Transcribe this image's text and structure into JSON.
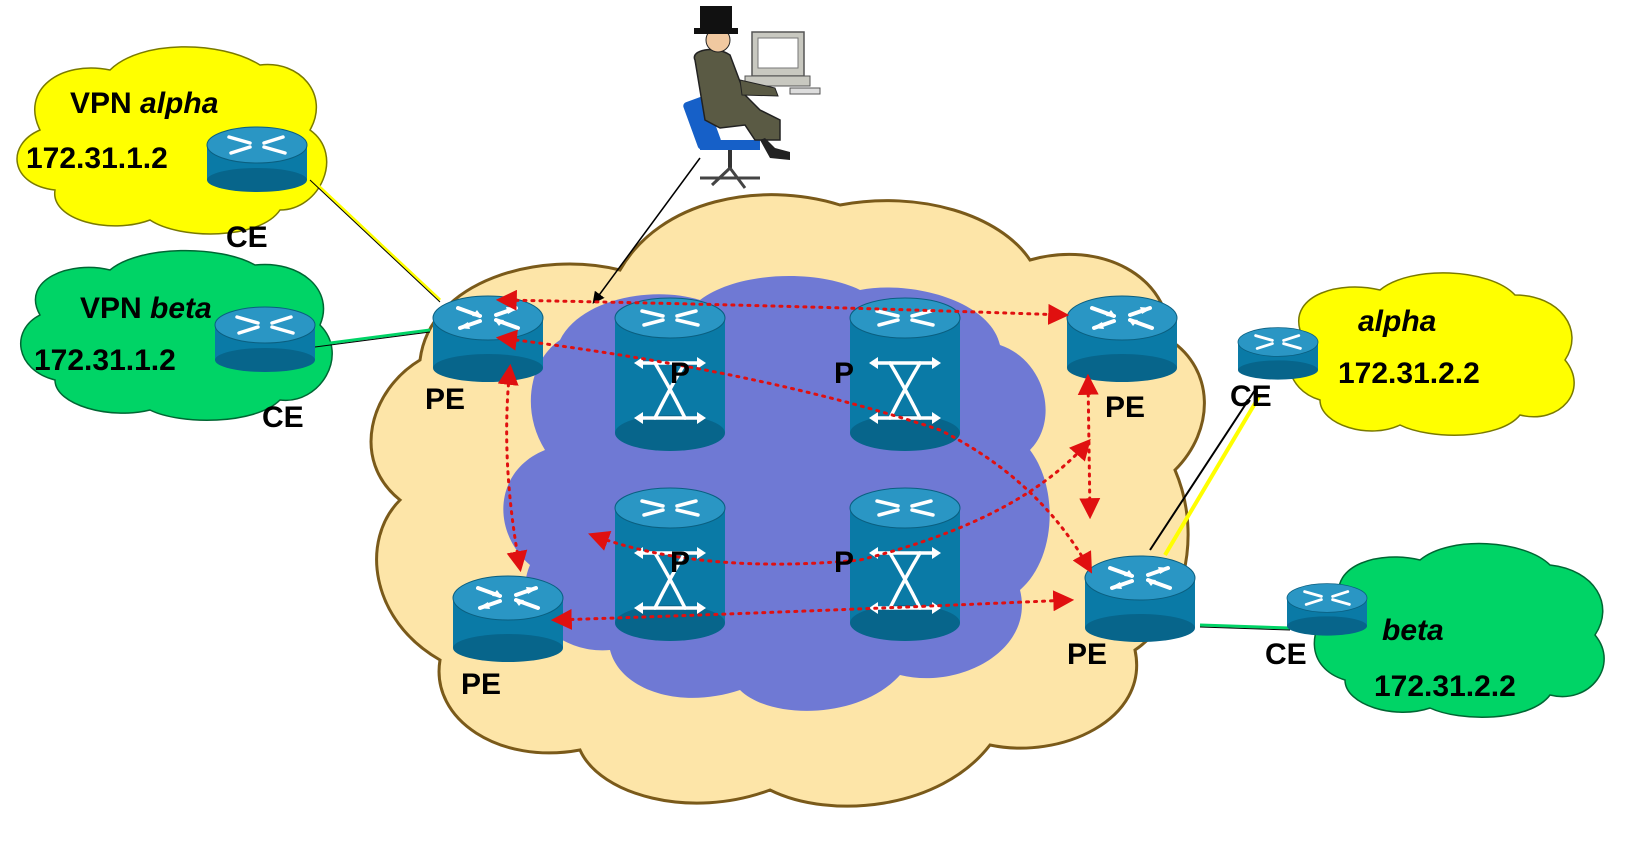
{
  "vpn_sites": {
    "alpha_left": {
      "prefix": "VPN",
      "name": "alpha",
      "address": "172.31.1.2",
      "router": "CE",
      "color": "#ffff00"
    },
    "beta_left": {
      "prefix": "VPN",
      "name": "beta",
      "address": "172.31.1.2",
      "router": "CE",
      "color": "#00d466"
    },
    "alpha_right": {
      "name": "alpha",
      "address": "172.31.2.2",
      "router": "CE",
      "color": "#ffff00"
    },
    "beta_right": {
      "name": "beta",
      "address": "172.31.2.2",
      "router": "CE",
      "color": "#00d466"
    }
  },
  "provider": {
    "edge_label": "PE",
    "core_label": "P",
    "outer_cloud_color": "#fde5a8",
    "core_cloud_color": "#6f79d4",
    "router_color": "#0a7aa6"
  },
  "path_color": "#e01010",
  "operator": {
    "icon": "operator-at-workstation-icon"
  }
}
